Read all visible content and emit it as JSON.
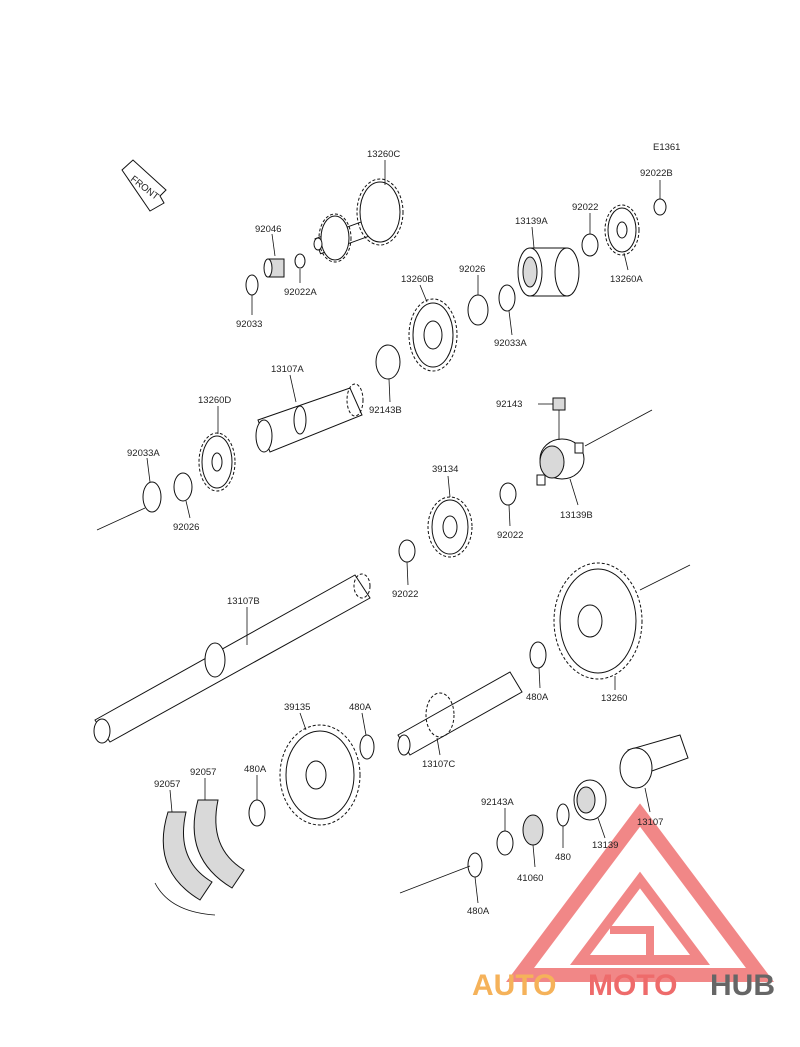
{
  "diagram_code": "E1361",
  "front_label": "FRONT",
  "parts": [
    {
      "id": "p1",
      "label": "13260C"
    },
    {
      "id": "p2",
      "label": "92046"
    },
    {
      "id": "p3",
      "label": "92022A"
    },
    {
      "id": "p4",
      "label": "92033"
    },
    {
      "id": "p5",
      "label": "13139A"
    },
    {
      "id": "p6",
      "label": "92022"
    },
    {
      "id": "p7",
      "label": "92022B"
    },
    {
      "id": "p8",
      "label": "13260A"
    },
    {
      "id": "p9",
      "label": "13260B"
    },
    {
      "id": "p10",
      "label": "92026"
    },
    {
      "id": "p11",
      "label": "92033A"
    },
    {
      "id": "p12",
      "label": "92143B"
    },
    {
      "id": "p13",
      "label": "13107A"
    },
    {
      "id": "p14",
      "label": "13260D"
    },
    {
      "id": "p15",
      "label": "92143"
    },
    {
      "id": "p16",
      "label": "92033A"
    },
    {
      "id": "p17",
      "label": "92026"
    },
    {
      "id": "p18",
      "label": "39134"
    },
    {
      "id": "p19",
      "label": "13139B"
    },
    {
      "id": "p20",
      "label": "92022"
    },
    {
      "id": "p21",
      "label": "92022"
    },
    {
      "id": "p22",
      "label": "13107B"
    },
    {
      "id": "p23",
      "label": "13260"
    },
    {
      "id": "p24",
      "label": "480A"
    },
    {
      "id": "p25",
      "label": "39135"
    },
    {
      "id": "p26",
      "label": "480A"
    },
    {
      "id": "p27",
      "label": "13107C"
    },
    {
      "id": "p28",
      "label": "92057"
    },
    {
      "id": "p29",
      "label": "92057"
    },
    {
      "id": "p30",
      "label": "480A"
    },
    {
      "id": "p31",
      "label": "92143A"
    },
    {
      "id": "p32",
      "label": "13107"
    },
    {
      "id": "p33",
      "label": "41060"
    },
    {
      "id": "p34",
      "label": "480"
    },
    {
      "id": "p35",
      "label": "13139"
    },
    {
      "id": "p36",
      "label": "480A"
    }
  ],
  "watermark": {
    "part1": "AUTO",
    "part2": "MOTO",
    "part3": "HUB"
  }
}
